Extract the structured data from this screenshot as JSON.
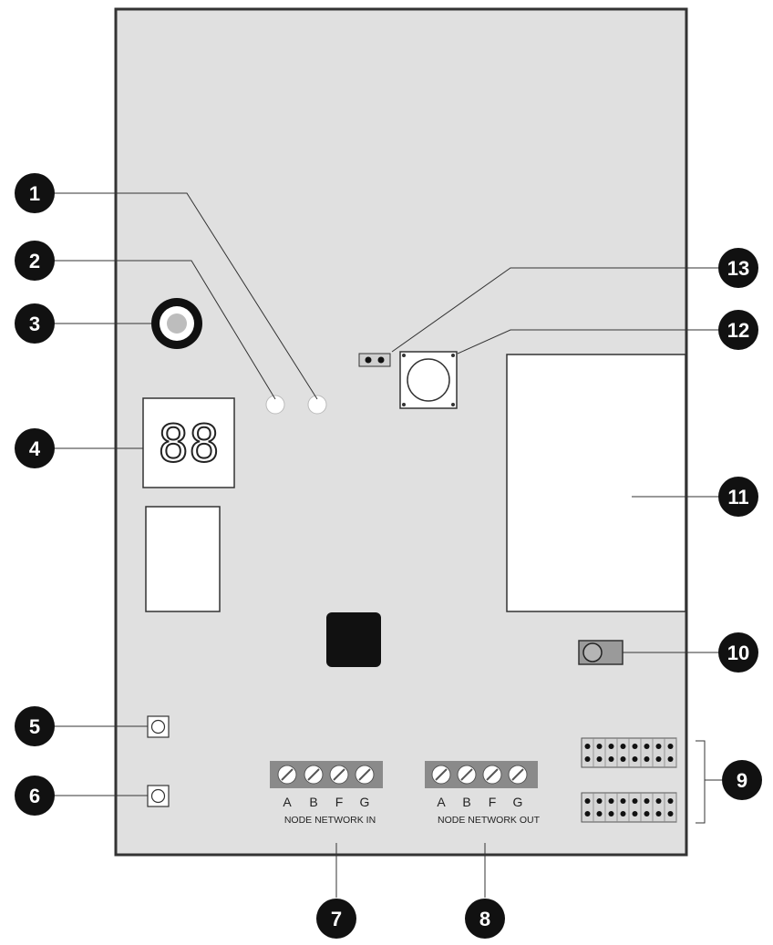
{
  "callouts": [
    "1",
    "2",
    "3",
    "4",
    "5",
    "6",
    "7",
    "8",
    "9",
    "10",
    "11",
    "12",
    "13"
  ],
  "seven_segment_display": "88",
  "terminal_blocks": [
    {
      "letters": [
        "A",
        "B",
        "F",
        "G"
      ],
      "caption": "NODE NETWORK IN"
    },
    {
      "letters": [
        "A",
        "B",
        "F",
        "G"
      ],
      "caption": "NODE NETWORK OUT"
    }
  ],
  "colors": {
    "board": "#e0e0e0",
    "outline": "#333333",
    "callout": "#111111",
    "terminal_strip": "#8a8a8a"
  }
}
